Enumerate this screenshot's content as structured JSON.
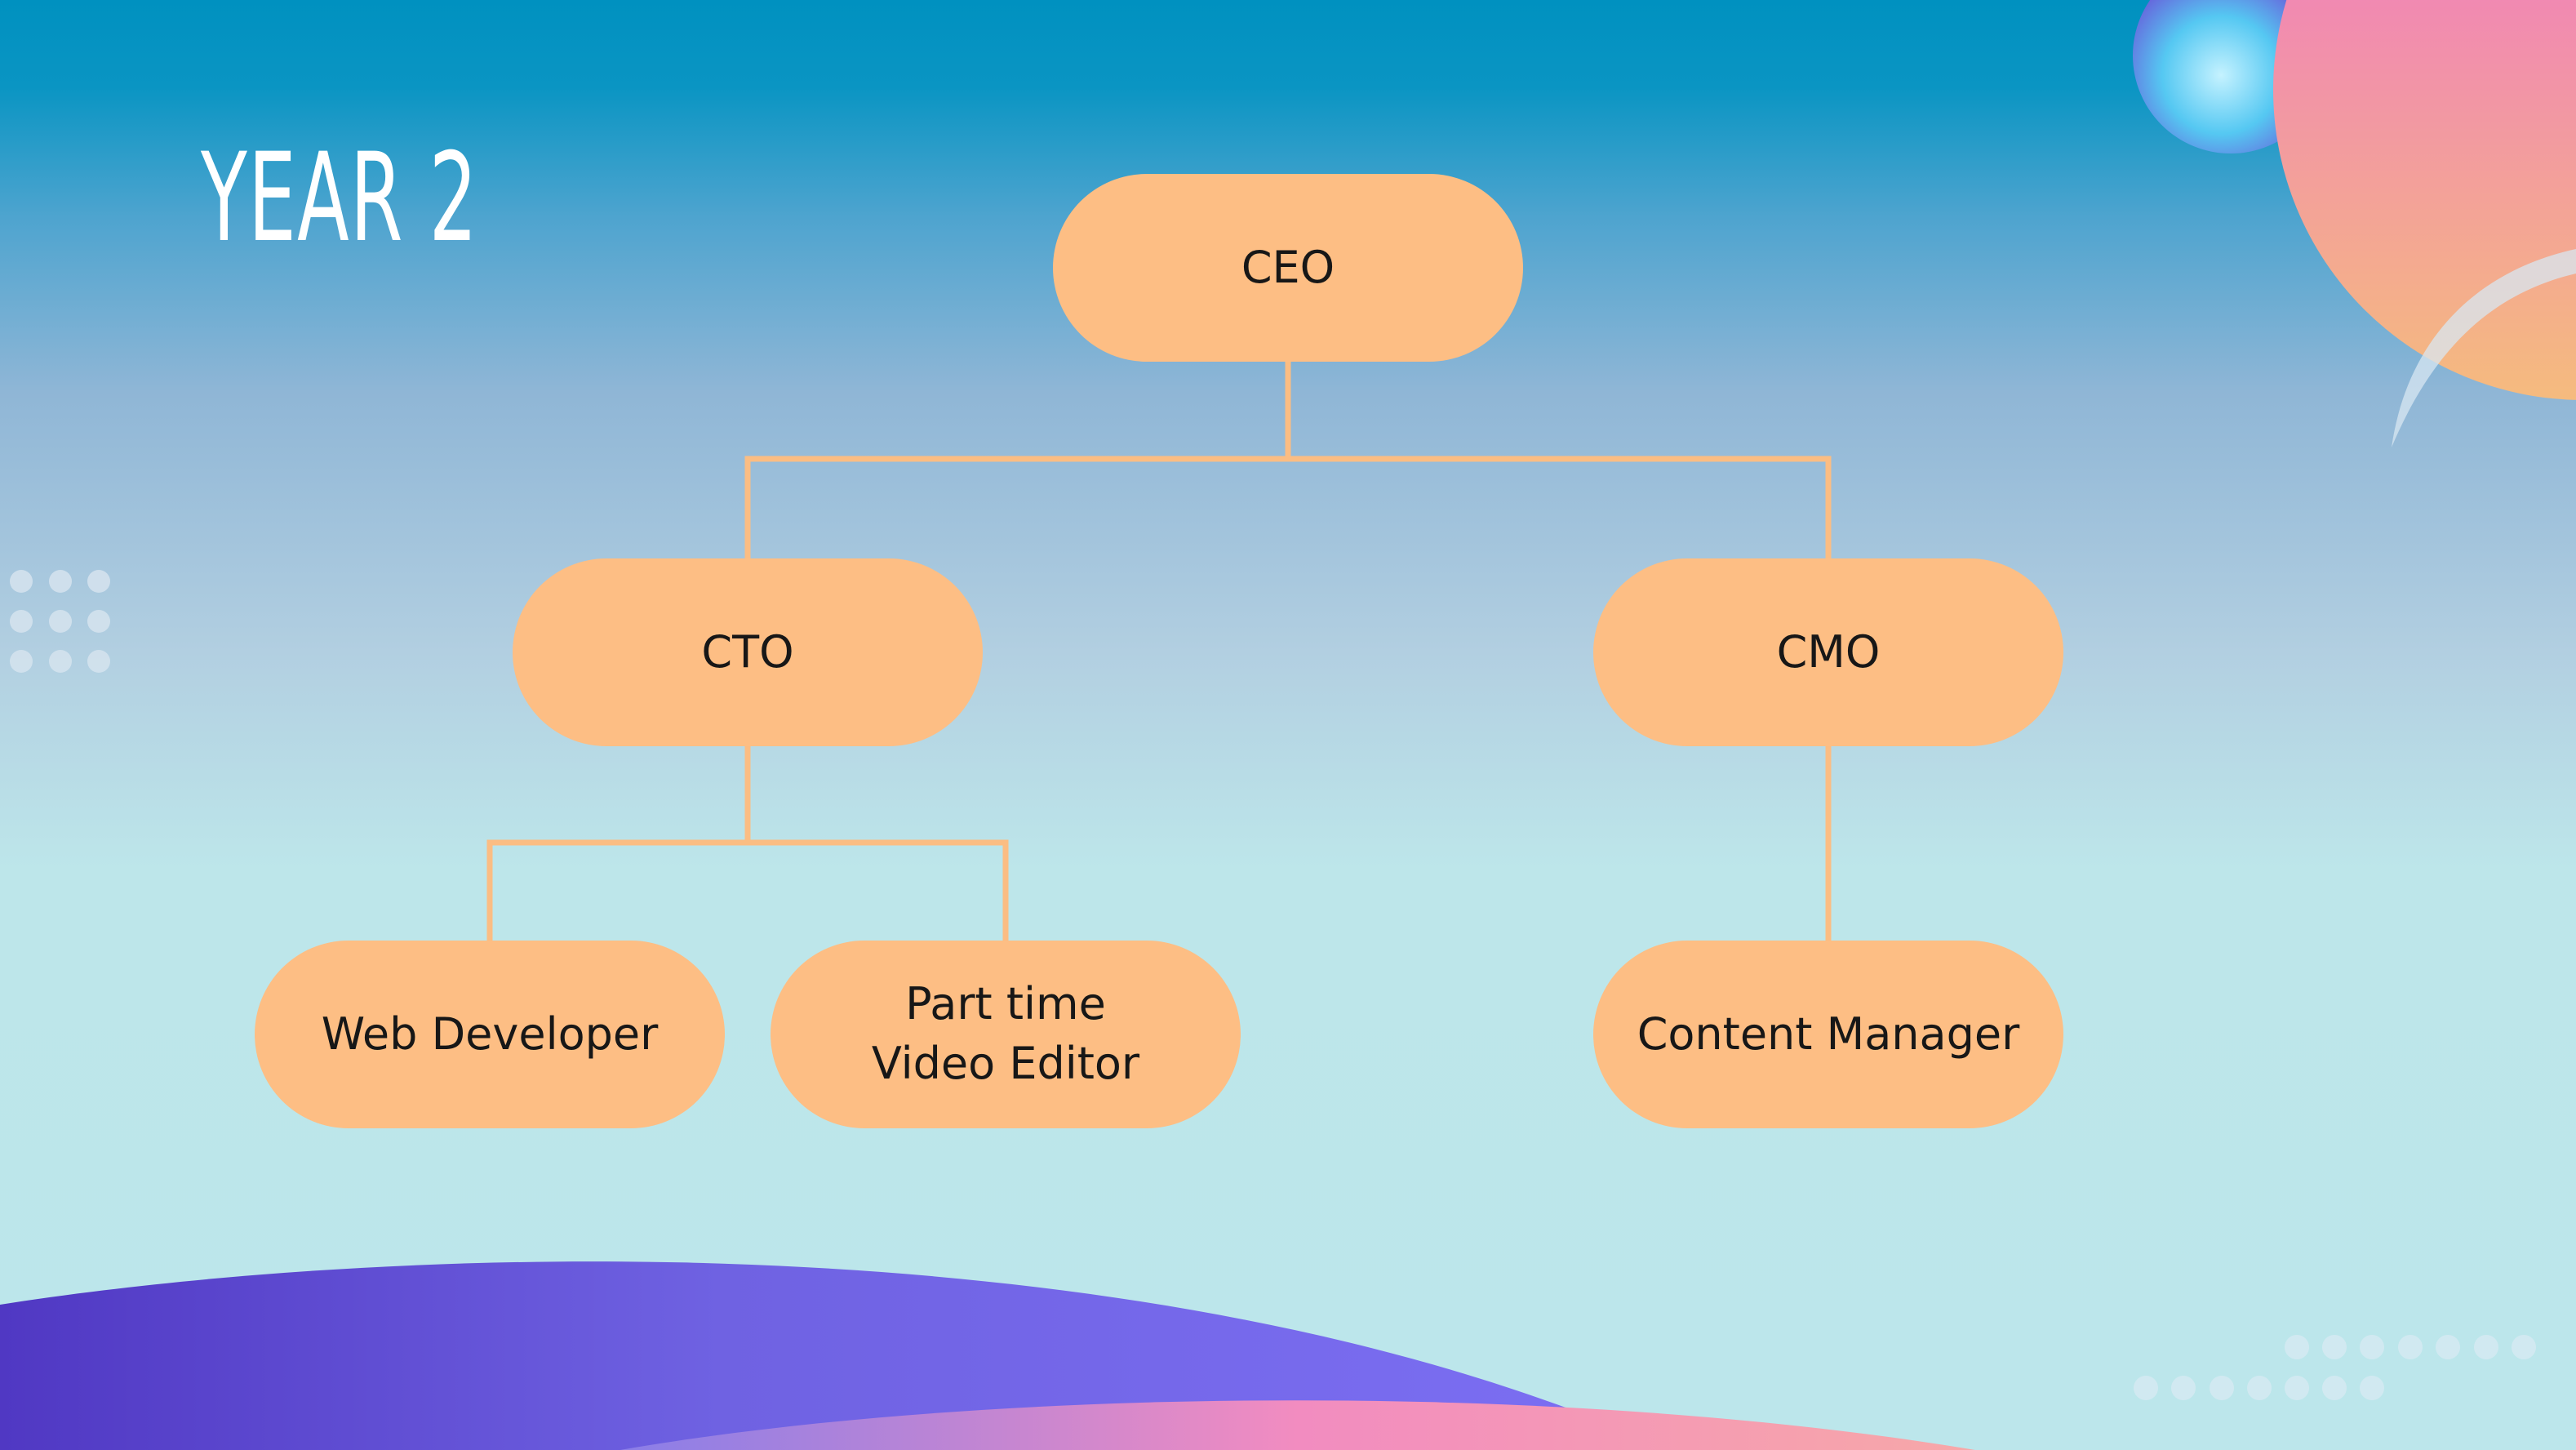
{
  "slide": {
    "title": "YEAR 2"
  },
  "org_chart": {
    "nodes": [
      {
        "id": "ceo",
        "label": "CEO"
      },
      {
        "id": "cto",
        "label": "CTO",
        "parent": "ceo"
      },
      {
        "id": "cmo",
        "label": "CMO",
        "parent": "ceo"
      },
      {
        "id": "web-developer",
        "label": "Web Developer",
        "parent": "cto"
      },
      {
        "id": "part-time-video-editor",
        "label": "Part time\nVideo Editor",
        "parent": "cto"
      },
      {
        "id": "content-manager",
        "label": "Content Manager",
        "parent": "cmo"
      }
    ]
  },
  "colors": {
    "node_fill": "#fdbe84",
    "connector": "#fbbd83",
    "title": "#ffffff",
    "node_text": "#171717"
  }
}
